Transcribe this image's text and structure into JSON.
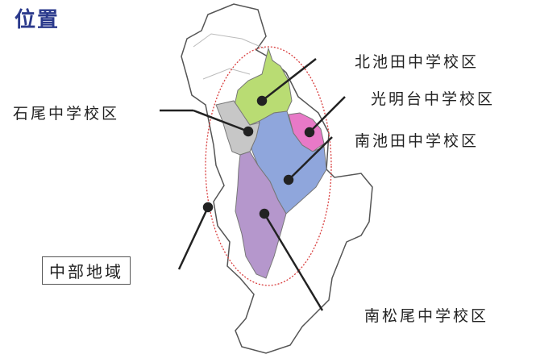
{
  "title": "位置",
  "region_label": "中部地域",
  "districts": [
    {
      "name": "北池田中学校区",
      "color": "#b9dc73"
    },
    {
      "name": "光明台中学校区",
      "color": "#e879c7"
    },
    {
      "name": "南池田中学校区",
      "color": "#8fa6dc"
    },
    {
      "name": "石尾中学校区",
      "color": "#c7c7c7"
    },
    {
      "name": "南松尾中学校区",
      "color": "#b597cc"
    }
  ],
  "colors": {
    "outline": "#555555",
    "boundary_ellipse": "#d94040",
    "title": "#2b3a8c"
  }
}
